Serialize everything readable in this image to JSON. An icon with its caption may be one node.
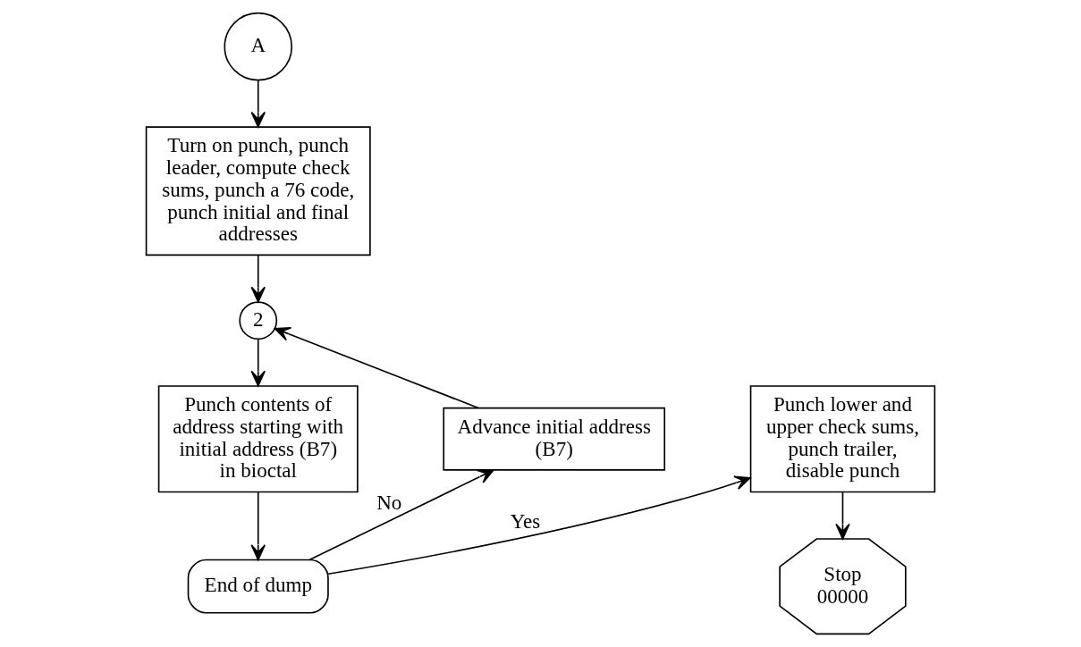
{
  "diagram": {
    "nodes": [
      {
        "text": [
          "A"
        ]
      },
      {
        "text": [
          "Turn on punch, punch leader, compute check sums, punch a 76 code, punch initial and final addresses"
        ]
      },
      {
        "text": [
          "2"
        ]
      },
      {
        "text": [
          "Punch contents of address starting with initial address (B7) in bioctal"
        ]
      },
      {
        "text": [
          "End of dump"
        ]
      },
      {
        "text": [
          "Advance initial address (B7)"
        ]
      },
      {
        "text": [
          "Punch lower and upper check sums, punch trailer, disable punch"
        ]
      },
      {
        "text": [
          "Stop 00000"
        ]
      }
    ],
    "edges": [
      {
        "from": 0,
        "to": 1,
        "arrow": "to"
      },
      {
        "from": 1,
        "to": 2,
        "arrow": "to"
      },
      {
        "from": 2,
        "to": 3,
        "arrow": "to"
      },
      {
        "from": 3,
        "to": 4,
        "arrow": "to"
      },
      {
        "from": 4,
        "to": 5,
        "arrow": "to",
        "label": "No"
      },
      {
        "from": 5,
        "to": 2,
        "arrow": "to"
      },
      {
        "from": 4,
        "to": 6,
        "arrow": "to",
        "label": "Yes"
      },
      {
        "from": 6,
        "to": 7,
        "arrow": "to"
      }
    ]
  }
}
